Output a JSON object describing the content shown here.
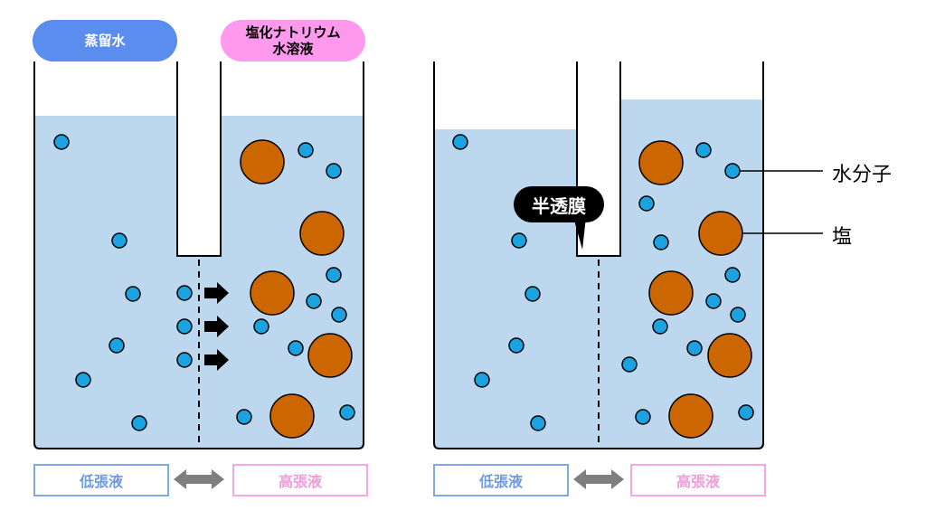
{
  "labels": {
    "distilled_water": "蒸留水",
    "salt_solution_line1": "塩化ナトリウム",
    "salt_solution_line2": "水溶液",
    "hypotonic": "低張液",
    "hypertonic": "高張液",
    "membrane": "半透膜",
    "water_molecule": "水分子",
    "salt": "塩"
  },
  "colors": {
    "solution": "#bdd7ee",
    "water_dot": "#1aa3e0",
    "salt_dot": "#cc6600",
    "pill_blue": "#5b8def",
    "pill_pink": "#ff99ee",
    "arrow_gray": "#7f7f7f"
  },
  "icons": [
    "right-arrow-icon",
    "double-arrow-icon"
  ]
}
